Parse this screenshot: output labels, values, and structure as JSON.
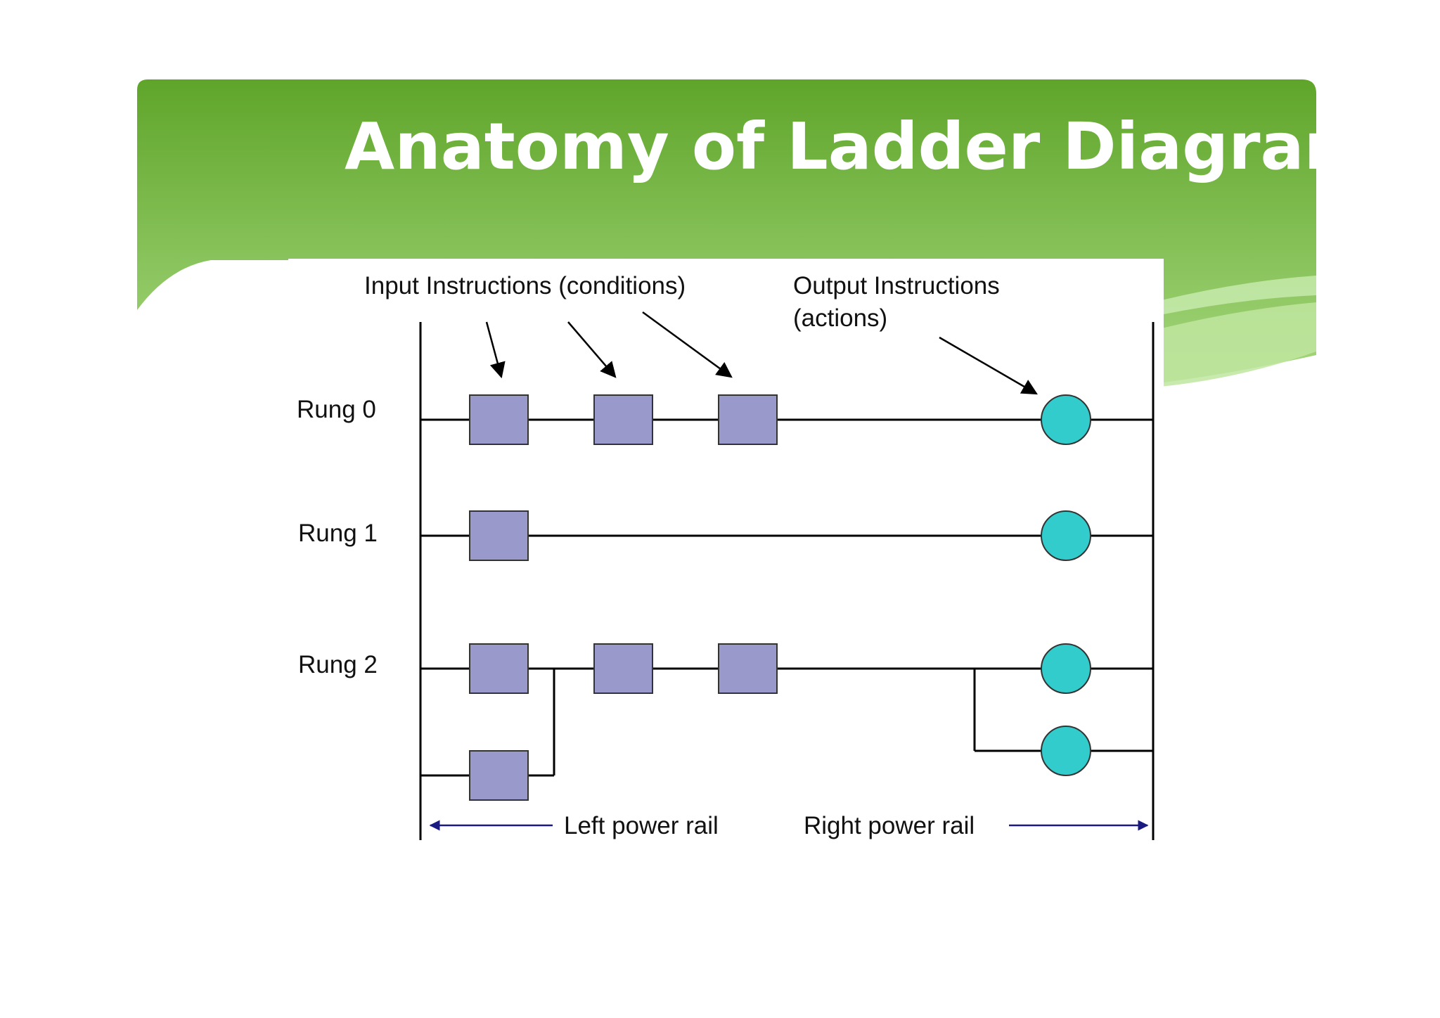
{
  "slide": {
    "title": "Anatomy of Ladder Diagram",
    "colors": {
      "banner_top": "#5fa52a",
      "banner_bottom": "#a6d87e",
      "title_text": "#ffffff",
      "contact_fill": "#9999cc",
      "coil_fill": "#33cccc",
      "line": "#000000",
      "rail_arrow": "#1a1a80"
    }
  },
  "diagram": {
    "input_label": "Input Instructions (conditions)",
    "output_label_line1": "Output Instructions",
    "output_label_line2": "(actions)",
    "rungs": [
      {
        "label": "Rung 0",
        "contacts": 3,
        "coils": 1
      },
      {
        "label": "Rung 1",
        "contacts": 1,
        "coils": 1
      },
      {
        "label": "Rung 2",
        "contacts": 4,
        "coils": 2
      }
    ],
    "left_rail_label": "Left power rail",
    "right_rail_label": "Right power rail"
  }
}
